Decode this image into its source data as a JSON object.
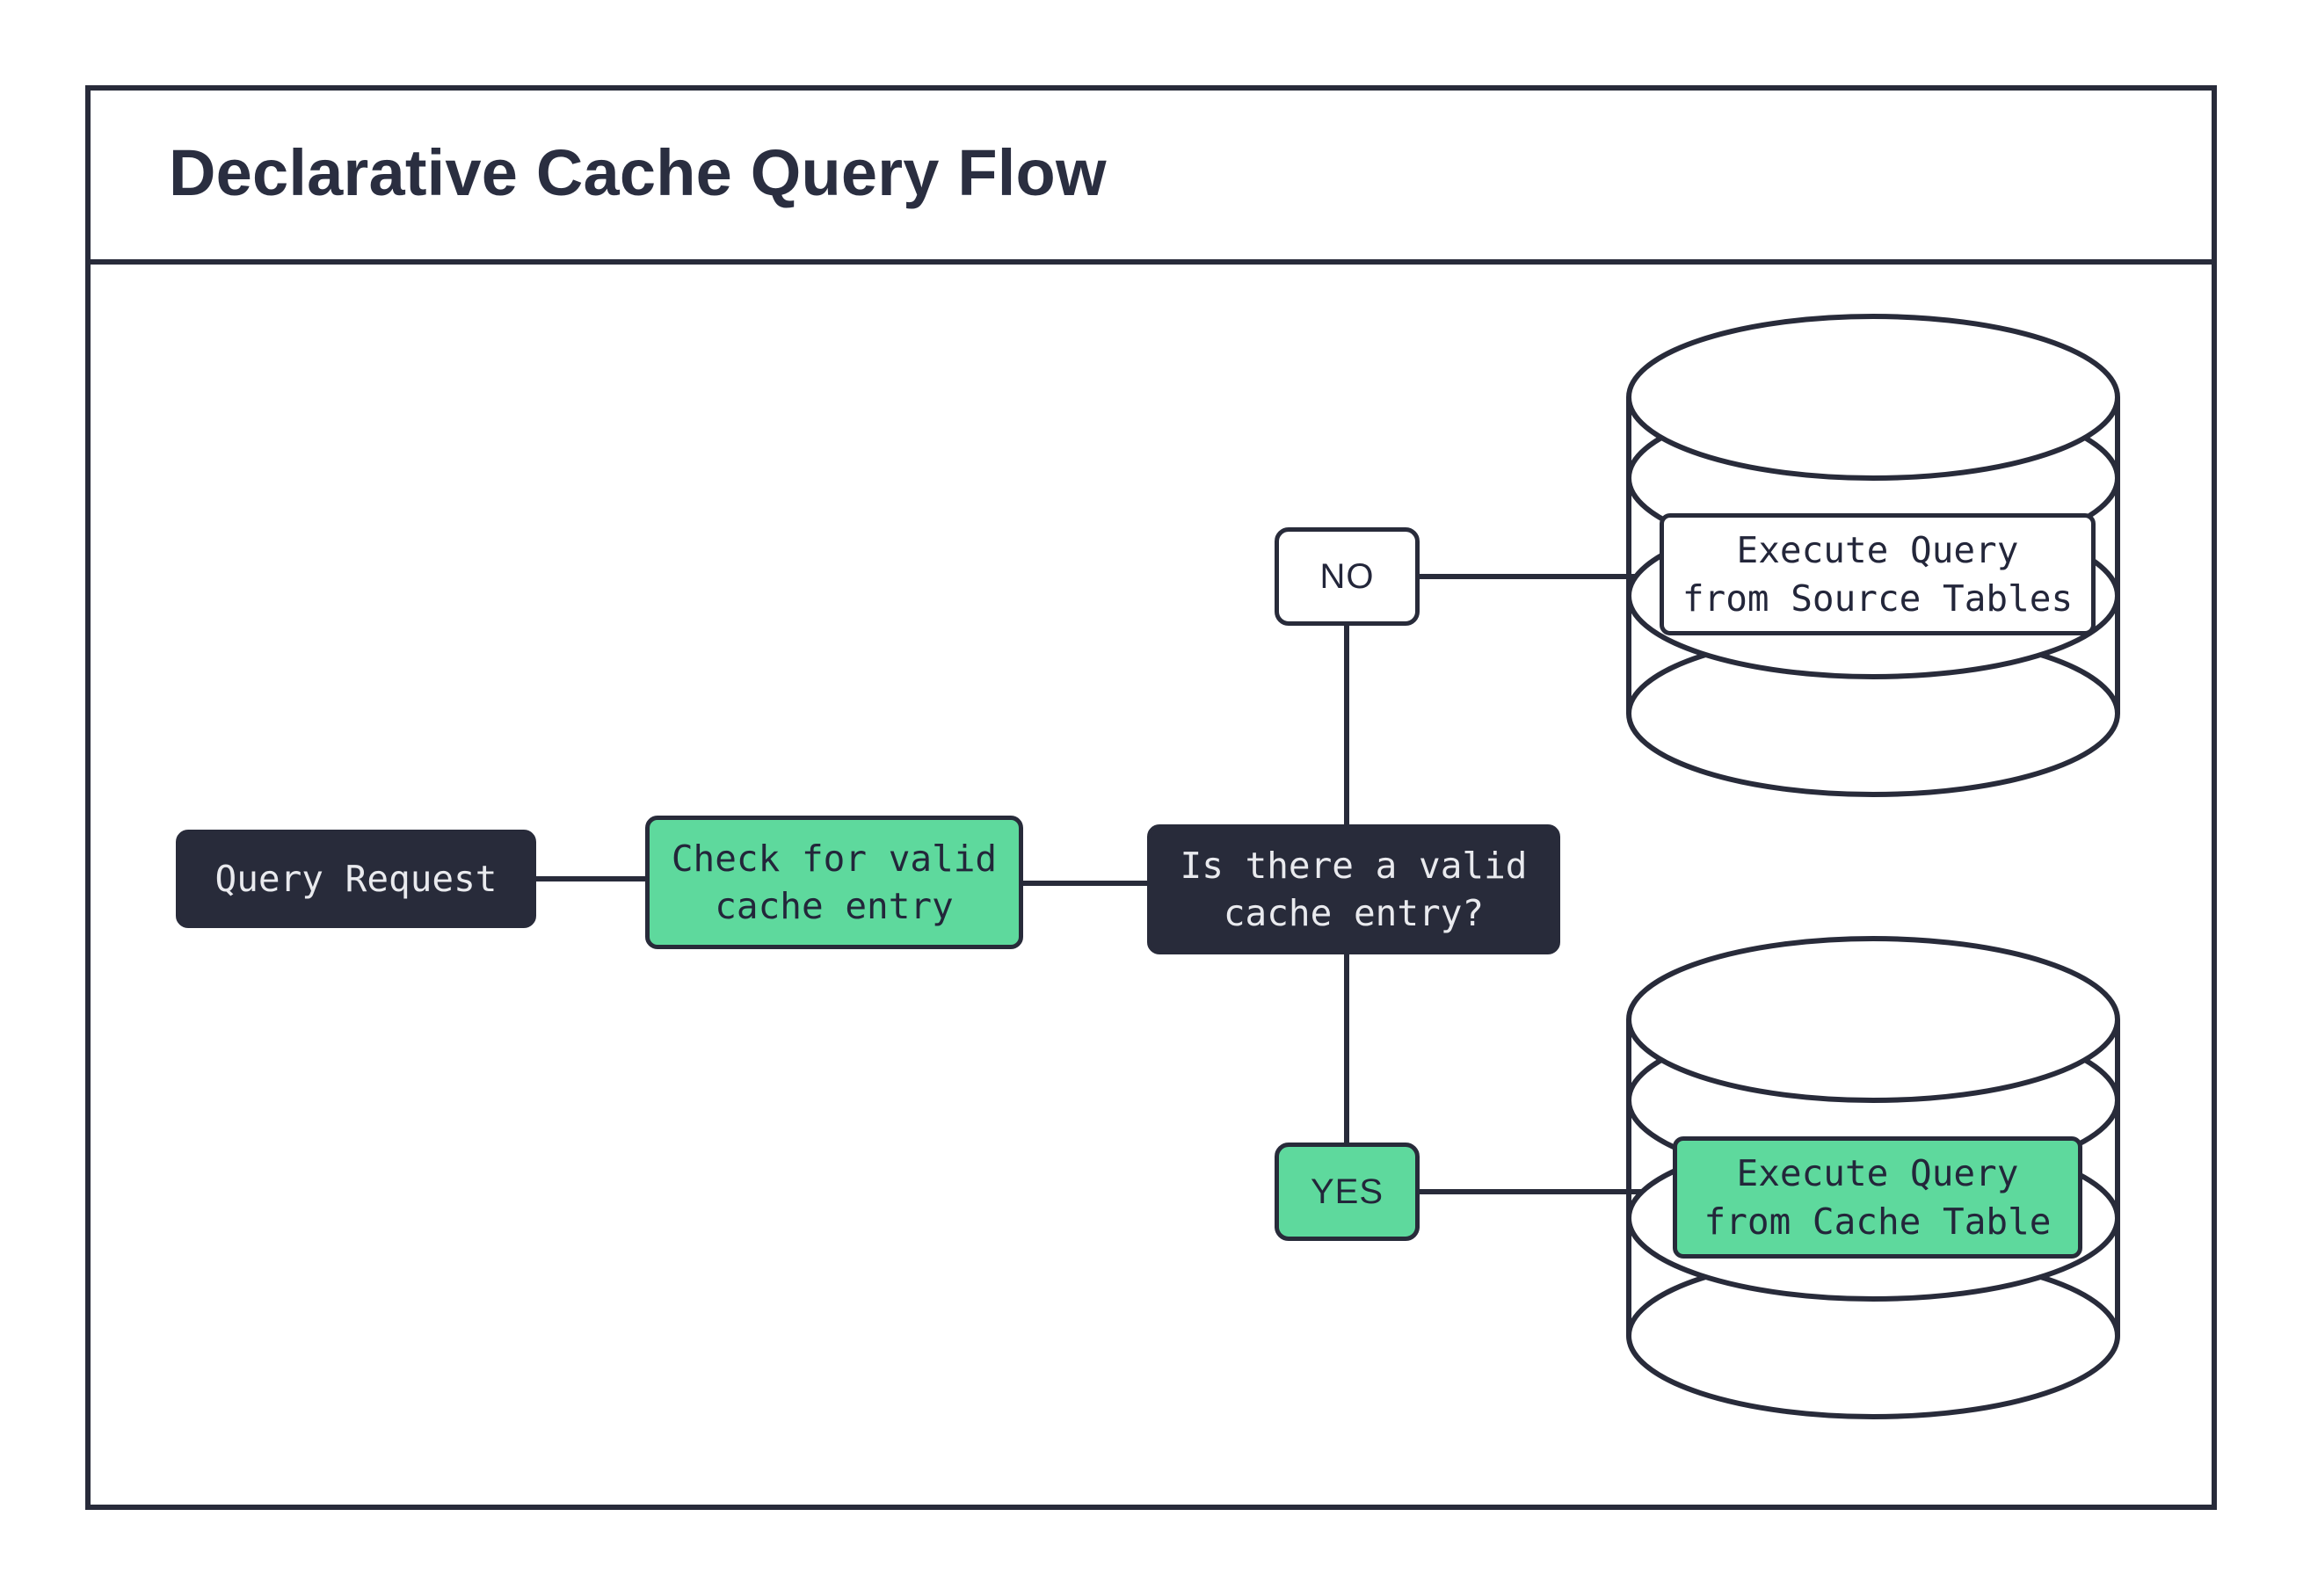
{
  "header": {
    "title": "Declarative Cache Query Flow"
  },
  "diagram": {
    "type": "flowchart",
    "direction": "left-to-right",
    "colors": {
      "ink": "#282b3a",
      "dark_fill": "#282b3a",
      "dark_text": "#e9eaee",
      "accent_green": "#5ed99d",
      "surface": "#ffffff"
    },
    "nodes": [
      {
        "id": "query-request",
        "label": "Query Request",
        "shape": "rounded-rect",
        "style": "dark"
      },
      {
        "id": "check-cache",
        "label": "Check for valid\ncache entry",
        "shape": "rounded-rect",
        "style": "green"
      },
      {
        "id": "decision",
        "label": "Is there a valid\ncache entry?",
        "shape": "rounded-rect",
        "style": "dark"
      },
      {
        "id": "source-db",
        "label": "Execute Query\nfrom Source Tables",
        "shape": "stacked-cylinder",
        "style": "plain"
      },
      {
        "id": "cache-db",
        "label": "Execute Query\nfrom Cache Table",
        "shape": "stacked-cylinder",
        "style": "green"
      }
    ],
    "branch_labels": [
      {
        "id": "no",
        "label": "NO",
        "style": "plain"
      },
      {
        "id": "yes",
        "label": "YES",
        "style": "green"
      }
    ],
    "edges": [
      {
        "from": "query-request",
        "to": "check-cache"
      },
      {
        "from": "check-cache",
        "to": "decision"
      },
      {
        "from": "decision",
        "to": "no",
        "label": "NO"
      },
      {
        "from": "no",
        "to": "source-db"
      },
      {
        "from": "decision",
        "to": "yes",
        "label": "YES"
      },
      {
        "from": "yes",
        "to": "cache-db"
      }
    ]
  }
}
